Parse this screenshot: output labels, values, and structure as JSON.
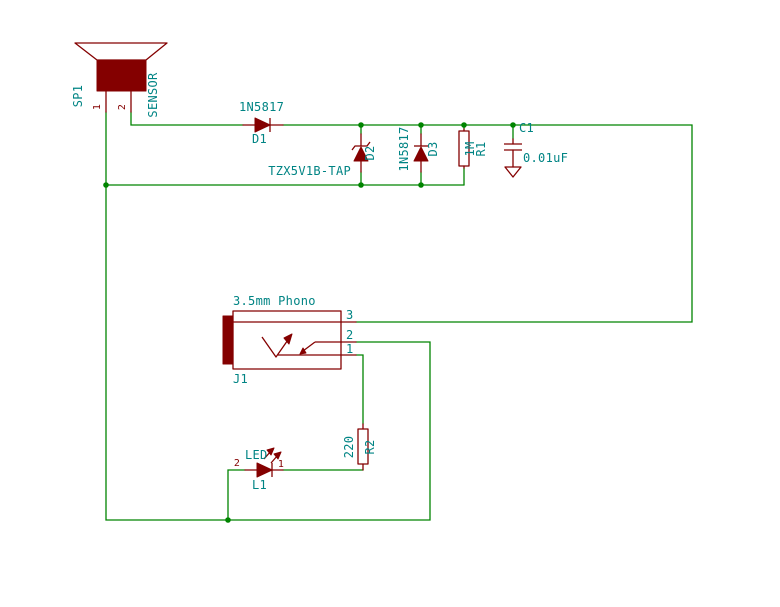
{
  "colors": {
    "background": "#FFFFFF",
    "wire": "#008400",
    "body": "#840000",
    "label": "#008484",
    "pin_number": "#840000"
  },
  "components": {
    "speaker": {
      "reference": "SP1",
      "value": "SENSOR",
      "pin_1": "1",
      "pin_2": "2"
    },
    "diode_d1": {
      "reference": "D1",
      "value": "1N5817"
    },
    "zener_d2": {
      "reference": "D2",
      "value": "TZX5V1B-TAP"
    },
    "diode_d3": {
      "reference": "D3",
      "value": "1N5817"
    },
    "resistor_r1": {
      "reference": "R1",
      "value": "1M"
    },
    "capacitor_c1": {
      "reference": "C1",
      "value": "0.01uF"
    },
    "phono_jack_j1": {
      "reference": "J1",
      "value": "3.5mm Phono",
      "pin_3": "3",
      "pin_2": "2",
      "pin_1": "1"
    },
    "resistor_r2": {
      "reference": "R2",
      "value": "220"
    },
    "led_l1": {
      "reference": "L1",
      "value": "LED",
      "pin_2": "2",
      "pin_1": "1"
    }
  }
}
